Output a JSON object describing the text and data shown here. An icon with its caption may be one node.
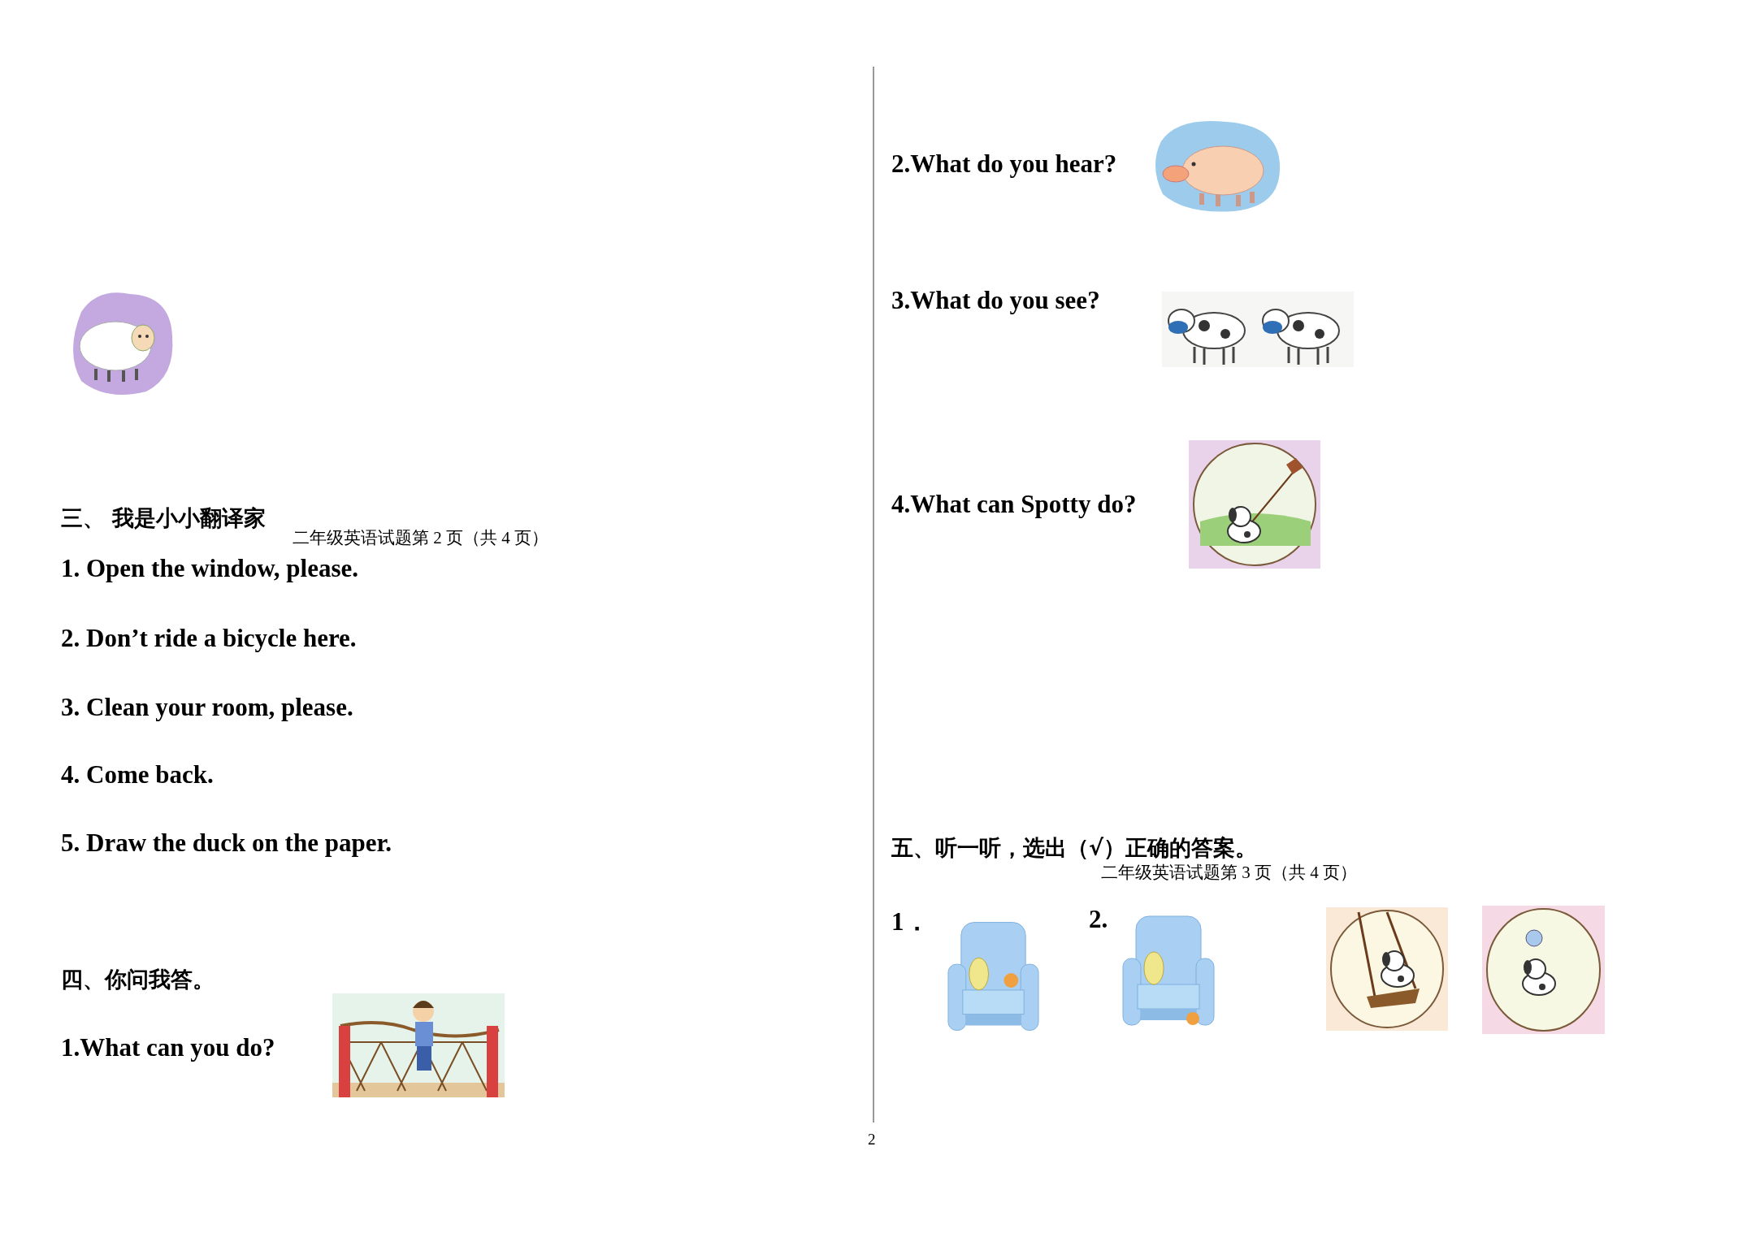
{
  "diagram": {
    "labels": [
      "三、 我是小小翻译家",
      "二年级英语试题第 2 页（共 4 页）",
      "1. Open the window, please.",
      "2. Don’t ride a bicycle here.",
      "3. Clean your room, please.",
      "4. Come back.",
      "5. Draw the duck on the paper.",
      "四、你问我答。",
      "1.What can you do?",
      "2.What do you hear?",
      "3.What do you see?",
      "4.What can Spotty do?",
      "五、听一听，选出（√）正确的答案。",
      "二年级英语试题第 3 页（共 4 页）",
      "1．",
      "2.",
      "2"
    ]
  }
}
